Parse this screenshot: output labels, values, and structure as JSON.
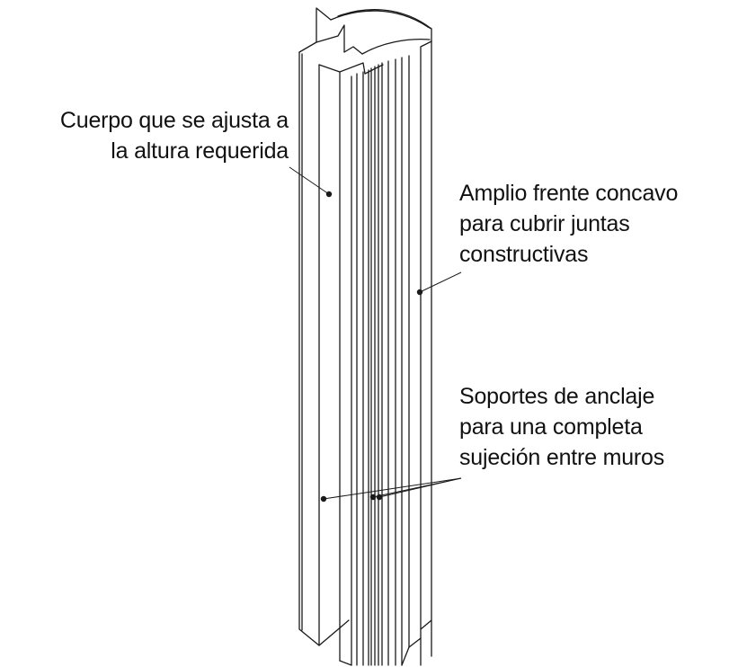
{
  "callouts": {
    "body": {
      "lines": [
        "Cuerpo que se ajusta a",
        "la altura requerida"
      ]
    },
    "front": {
      "lines": [
        "Amplio frente concavo",
        "para cubrir juntas",
        "constructivas"
      ]
    },
    "anchors": {
      "lines": [
        "Soportes de anclaje",
        "para una completa",
        "sujeción entre muros"
      ]
    }
  },
  "colors": {
    "line": "#1a1a1a",
    "background": "#ffffff"
  }
}
